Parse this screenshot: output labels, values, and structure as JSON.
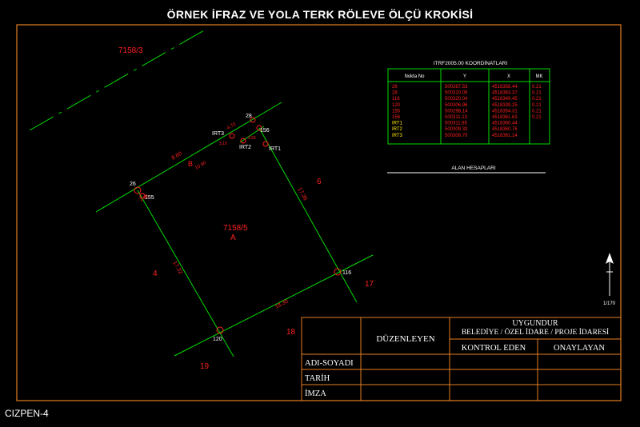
{
  "title": "ÖRNEK İFRAZ VE YOLA TERK RÖLEVE ÖLÇÜ KROKİSİ",
  "footer_code": "CIZPEN-4",
  "colors": {
    "frame": "#e67e22",
    "parcel": "#00dd00",
    "label": "#ff2020",
    "text": "#ffffff"
  },
  "parcels": {
    "top_left": "7158/3",
    "center_id": "7158/5",
    "center_letter": "A",
    "road_letter": "B",
    "right": "6",
    "left": "4",
    "bottom_right": "17",
    "bottom_mid": "18",
    "bottom": "19"
  },
  "points": {
    "p26": "26",
    "p155": "155",
    "p28": "28",
    "p156": "156",
    "p116": "116",
    "p120": "120",
    "irt1": "IRT1",
    "irt2": "IRT2",
    "irt3": "IRT3"
  },
  "dimensions": {
    "left_side": "17.32",
    "right_side": "17.36",
    "top_side": "8.60",
    "bottom_side": "18.30",
    "road_width": "10.90",
    "small_a": "4.70",
    "small_b": "3.10",
    "small_c": "2.65",
    "small_d": "2.35"
  },
  "coord_table": {
    "title": "ITRF2005.00  KOORDİNATLARI",
    "headers": [
      "Nokta  No",
      "Y",
      "X",
      "MK"
    ],
    "rows": [
      [
        "26",
        "500287.53",
        "4518358.44",
        "0.21"
      ],
      [
        "28",
        "500310.09",
        "4518363.37",
        "0.21"
      ],
      [
        "116",
        "500320.04",
        "4518349.45",
        "0.21"
      ],
      [
        "120",
        "500306.96",
        "4518339.25",
        "0.21"
      ],
      [
        "155",
        "500298.14",
        "4518354.31",
        "0.21"
      ],
      [
        "156",
        "500311.13",
        "4518361.63",
        "0.21"
      ],
      [
        "IRT1",
        "500311.85",
        "4518360.44",
        ""
      ],
      [
        "IRT2",
        "500309.33",
        "4518360.76",
        ""
      ],
      [
        "IRT3",
        "500308.70",
        "4518361.14",
        ""
      ]
    ]
  },
  "area_title": "ALAN HESAPLARI",
  "north_label": "1/170",
  "title_block": {
    "uygundur": "UYGUNDUR",
    "institutions": "BELEDİYE / ÖZEL İDARE / PROJE İDARESİ",
    "duzenleyen": "DÜZENLEYEN",
    "kontrol_eden": "KONTROL EDEN",
    "onaylayan": "ONAYLAYAN",
    "adi_soyadi": "ADI-SOYADI",
    "tarih": "TARİH",
    "imza": "İMZA"
  }
}
